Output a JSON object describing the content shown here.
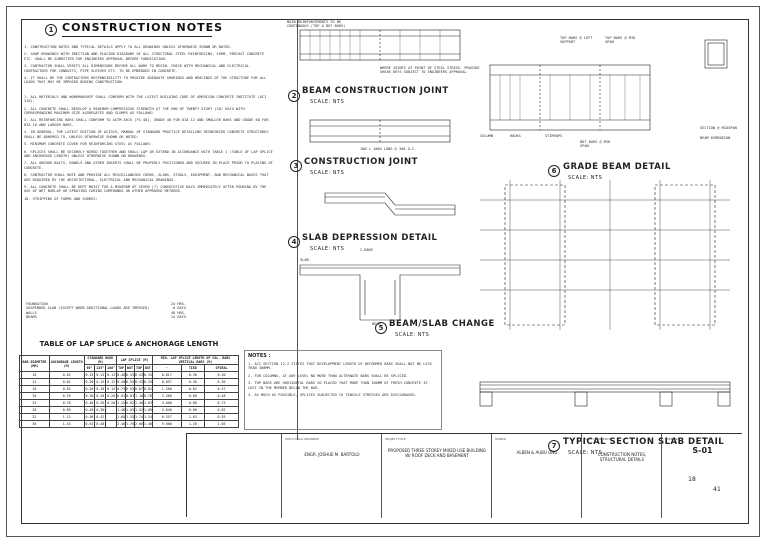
{
  "notes": {
    "title": "CONSTRUCTION NOTES",
    "number": "1",
    "items": [
      "1. CONSTRUCTION NOTES AND TYPICAL DETAILS APPLY TO ALL DRAWINGS UNLESS OTHERWISE SHOWN OR NOTED.",
      "2. SHOP DRAWINGS WITH ERECTION AND PLACING DIAGRAMS OF ALL STRUCTURAL STEEL REINFORCING, FORM, PRECAST CONCRETE ETC. SHALL BE SUBMITTED FOR ENGINEERS APPROVAL BEFORE FABRICATION.",
      "3. CONTRACTOR SHALL VERIFY ALL DIMENSIONS BEFORE ALL WORK TO BEGIN. CHECK WITH MECHANICAL AND ELECTRICAL CONTRACTORS FOR CONDUITS, PIPE SLEEVES ETC. TO BE EMBEDDED IN CONCRETE.",
      "4. IT SHALL BE THE CONTRACTORS RESPONSIBILITY TO PROVIDE ADEQUATE SHORINGS AND BRACINGS OF THE STRUCTURE FOR ALL LOADS THAT MAY BE IMPOSED DURING CONSTRUCTION.",
      "1. ALL MATERIALS AND WORKMANSHIP SHALL CONFORM WITH THE LATEST BUILDING CODE OF AMERICAN CONCRETE INSTITUTE (ACI 318).",
      "2. ALL CONCRETE SHALL DEVELOP A MINIMUM COMPRESSIVE STRENGTH AT THE END OF TWENTY EIGHT (28) DAYS WITH CORRESPONDING MAXIMUM SIZE AGGREGATES AND SLUMPS AS FOLLOWS:",
      "3. ALL REINFORCING BARS SHALL CONFORM TO ASTM A615 (FS 40), GRADE 40 FOR DIA 12 AND SMALLER BARS AND GRADE 60 FOR DIA 16 AND LARGER BARS.",
      "4. IN GENERAL, THE LATEST EDITION OF ACI315, MANUAL OF STANDARD PRACTICE DETAILING REINFORCED CONCRETE STRUCTURES SHALL BE ADHERED TO, UNLESS OTHERWISE SHOWN OR NOTED.",
      "5. MINIMUM CONCRETE COVER FOR REINFORCING STEEL AS FOLLOWS:",
      "6. SPLICES SHALL BE SECURELY WIRED TOGETHER AND SHALL LAP OR EXTEND IN ACCORDANCE WITH TABLE 1 (TABLE OF LAP SPLICE AND ANCHORAGE LENGTH) UNLESS OTHERWISE SHOWN ON DRAWINGS.",
      "7. ALL ANCHOR BOLTS, DOWELS AND OTHER INSERTS SHALL BE PROPERLY POSITIONED AND SECURED IN PLACE PRIOR TO PLACING OF CONCRETE.",
      "8. CONTRACTOR SHALL NOTE AND PROVIDE ALL MISCELLANEOUS CURBS, SLABS, STOOLS, EQUIPMENT, AND MECHANICAL BASES THAT ARE REQUIRED BY THE ARCHITECTURAL, ELECTRICAL AND MECHANICAL DRAWINGS.",
      "9. ALL CONCRETE SHALL BE KEPT MOIST FOR A MINIMUM OF SEVEN (7) CONSECUTIVE DAYS IMMEDIATELY AFTER POURING BY THE USE OF WET BURLAP OR SPRAYING CURING COMPOUNDS OR OTHER APPROVED METHODS.",
      "10. STRIPPING OF FORMS AND SHORES:"
    ],
    "stripping": [
      {
        "item": "FOUNDATION",
        "value": "24 HRS."
      },
      {
        "item": "SUSPENDED SLAB (EXCEPT WHEN ADDITIONAL LOADS ARE IMPOSED)",
        "value": "8 DAYS"
      },
      {
        "item": "WALLS",
        "value": "48 HRS."
      },
      {
        "item": "BEAMS",
        "value": "14 DAYS"
      }
    ]
  },
  "lap_table": {
    "title": "TABLE OF LAP SPLICE & ANCHORAGE LENGTH",
    "headers": [
      "BAR DIAMETER (MM)",
      "ANCHORAGE LENGTH (M)",
      "STANDARD HOOK (M)",
      "LAP SPLICE (M)",
      "MIN. LAP SPLICE LENGTH OF COL. BARS VERTICAL BARS (M)"
    ],
    "rows": [
      [
        "10",
        "0.62",
        "0.15",
        "0.13",
        "0.13",
        "0.40",
        "0.53",
        "0.43",
        "0.33",
        "0.817",
        "0.30",
        "0.30"
      ],
      [
        "12",
        "0.62",
        "0.20",
        "0.15",
        "0.12",
        "0.40",
        "0.53",
        "0.43",
        "0.33",
        "0.857",
        "0.30",
        "0.30"
      ],
      [
        "16",
        "0.82",
        "0.20",
        "0.18",
        "0.14",
        "0.73",
        "0.93",
        "0.87",
        "0.82",
        "1.380",
        "0.62",
        "0.47"
      ],
      [
        "20",
        "0.59",
        "0.30",
        "0.20",
        "0.20",
        "0.91",
        "0.83",
        "1.10",
        "0.78",
        "2.480",
        "0.60",
        "0.48"
      ],
      [
        "25",
        "0.78",
        "0.40",
        "0.26",
        "0.28",
        "1.15",
        "0.82",
        "1.40",
        "1.03",
        "3.800",
        "0.80",
        "0.73"
      ],
      [
        "28",
        "0.89",
        "0.49",
        "0.36",
        "",
        "1.48",
        "1.03",
        "1.53",
        "1.09",
        "4.840",
        "0.80",
        "0.82"
      ],
      [
        "32",
        "1.12",
        "0.56",
        "0.42",
        "",
        "1.68",
        "1.33",
        "1.74",
        "1.24",
        "6.357",
        "1.03",
        "0.93"
      ],
      [
        "36",
        "1.43",
        "0.61",
        "0.48",
        "",
        "2.40",
        "1.70",
        "2.60",
        "1.40",
        "9.000",
        "1.20",
        "1.05"
      ]
    ]
  },
  "notes_box": {
    "title": "NOTES :",
    "items": [
      "1. ACI SECTION 12.2 STATES THAT DEVELOPMENT LENGTH OF DEFORMED BARS SHALL NOT BE LESS THAN 300MM.",
      "2. FOR COLUMNS, AT ANY LEVEL NO MORE THAN ALTERNATE BARS SHALL BE SPLICED.",
      "3. TOP BARS ARE HORIZONTAL BARS SO PLACED THAT MORE THAN 300MM OF FRESH CONCRETE IS CAST IN THE MEMBER BELOW THE BAR.",
      "4. AS MUCH AS POSSIBLE, SPLICES SUBJECTED TO TENSILE STRESSES ARE DISCOURAGED."
    ]
  },
  "details": [
    {
      "num": "2",
      "title": "BEAM CONSTRUCTION JOINT",
      "scale": "SCALE: NTS"
    },
    {
      "num": "3",
      "title": "CONSTRUCTION JOINT",
      "scale": "SCALE: NTS"
    },
    {
      "num": "4",
      "title": "SLAB DEPRESSION DETAIL",
      "scale": "SCALE: NTS"
    },
    {
      "num": "5",
      "title": "BEAM/SLAB CHANGE",
      "scale": "SCALE: NTS"
    },
    {
      "num": "6",
      "title": "GRADE BEAM DETAIL",
      "scale": "SCALE: NTS"
    },
    {
      "num": "7",
      "title": "TYPICAL SECTION SLAB DETAIL",
      "scale": "SCALE: NTS"
    }
  ],
  "labels": {
    "main_reinf": "MAIN REINFORCEMENTS TO BE CONTINUOUS (TOP & BOT BARS)",
    "where_joints": "WHERE JOINTS AT POINT OF STEEL STRESS. PROVIDE SHEAR KEYS SUBJECT TO ENGINEERS APPROVAL",
    "dowels": "10Ø × 1000 LONG @ 300 O.C.",
    "section_at_midspan": "SECTION @ MIDSPAN",
    "beam_dimension": "BEAM DIMENSION",
    "top_bars": "TOP BARS @ LEFT SUPPORT",
    "bot_bars": "BOT BARS @ MID SPAN",
    "hooks": "HOOKS",
    "stirrups": "STIRRUPS",
    "top_bars_mid": "TOP BARS @ MID SPAN",
    "column": "COLUMN",
    "c_bars": "C-BARS",
    "slab": "SLAB",
    "beam": "BEAM"
  },
  "title_block": {
    "owner_label": "STRUCTURAL ENGINEER",
    "owner": "ENGR. JOSHUE M. BARTOLO",
    "project_label": "PROJECT TITLE",
    "project": "PROPOSED THREE STOREY MIXED USE BUILDING W/ ROOF DECK AND BASEMENT",
    "client_label": "OWNER",
    "client": "ALBEN & AUBU ONG",
    "sheet_contents_label": "SHEET CONTENTS",
    "sheet_contents": "CONSTRUCTION NOTES, STRUCTURAL DETAILS",
    "sheet_no_label": "SHEET NO.",
    "sheet_no": "S-01",
    "sheet_of": "18",
    "sheet_total": "41"
  }
}
